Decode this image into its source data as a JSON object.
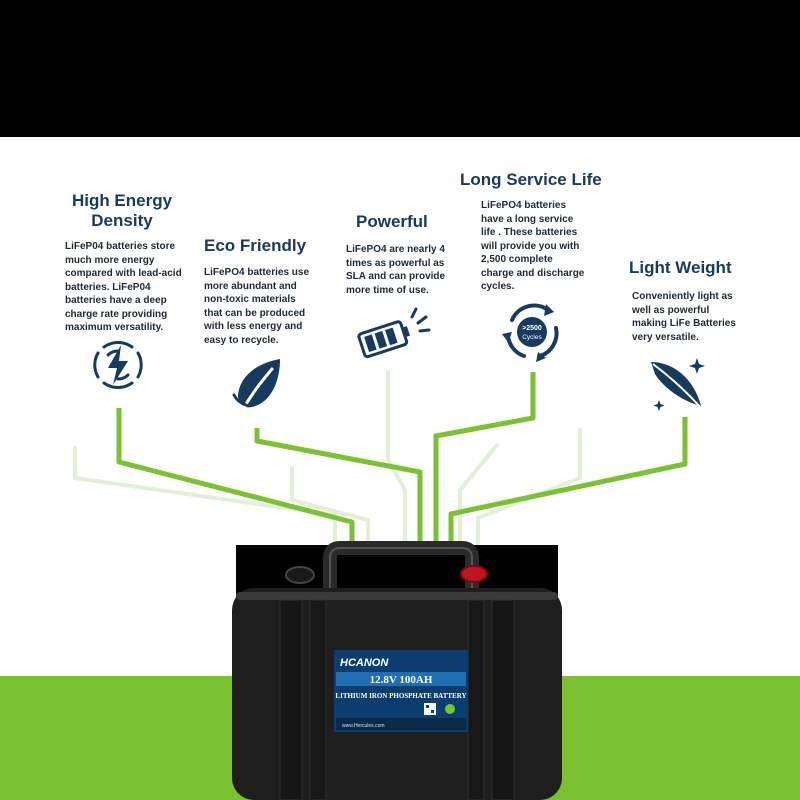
{
  "colors": {
    "navy": "#173a5e",
    "green": "#7ac231",
    "pale_green": "#e3efd6",
    "band_top": "#000000",
    "label_blue": "#1f6fb2"
  },
  "features": [
    {
      "id": "high-energy-density",
      "title_lines": [
        "High Energy",
        "Density"
      ],
      "desc_lines": [
        "LiFeP04 batteries store",
        "much more energy",
        "compared with lead-acid",
        "batteries. LiFeP04",
        "batteries have a deep",
        "charge rate providing",
        "maximum versatility."
      ],
      "icon": "lightning-circle-icon"
    },
    {
      "id": "eco-friendly",
      "title_lines": [
        "Eco Friendly"
      ],
      "desc_lines": [
        "LiFePO4 batteries use",
        "more abundant and",
        "non-toxic materials",
        "that can be produced",
        "with less energy and",
        "easy to recycle."
      ],
      "icon": "leaf-icon"
    },
    {
      "id": "powerful",
      "title_lines": [
        "Powerful"
      ],
      "desc_lines": [
        "LiFePO4 are nearly 4",
        "times as powerful as",
        "SLA and can provide",
        "more time of use."
      ],
      "icon": "battery-charging-icon"
    },
    {
      "id": "long-service-life",
      "title_lines": [
        "Long Service Life"
      ],
      "desc_lines": [
        "LiFePO4 batteries",
        "have a long service",
        "life . These batteries",
        "will provide you with",
        "2,500 complete",
        "charge and discharge",
        "cycles."
      ],
      "icon": "cycle-arrows-icon",
      "icon_text_lines": [
        ">2500",
        "Cycles"
      ]
    },
    {
      "id": "light-weight",
      "title_lines": [
        "Light Weight"
      ],
      "desc_lines": [
        "Conveniently light as",
        "well as powerful",
        "making LiFe Batteries",
        "very versatile."
      ],
      "icon": "feather-icon"
    }
  ],
  "battery": {
    "brand": "HCANON",
    "spec": "12.8V  100AH",
    "type": "LITHIUM IRON PHOSPHATE BATTERY",
    "website": "www.Hercules.com"
  }
}
